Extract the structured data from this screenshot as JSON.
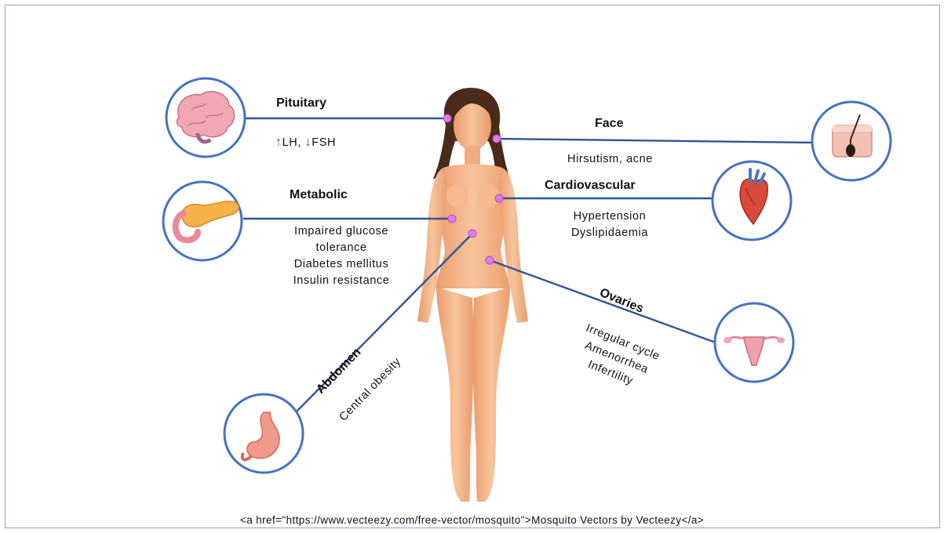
{
  "labels": {
    "pituitary": "Pituitary",
    "face": "Face",
    "metabolic": "Metabolic",
    "cardiovascular": "Cardiovascular",
    "abdomen": "Abdomen",
    "ovaries": "Ovaries"
  },
  "pituitary": {
    "lh": "LH,",
    "fsh": "FSH"
  },
  "face": {
    "line1": "Hirsutism, acne"
  },
  "metabolic": {
    "line1": "Impaired glucose",
    "line2": "tolerance",
    "line3": "Diabetes mellitus",
    "line4": "Insulin resistance"
  },
  "cardiovascular": {
    "line1": "Hypertension",
    "line2": "Dyslipidaemia"
  },
  "abdomen": {
    "line1": "Central obesity"
  },
  "ovaries": {
    "line1": "Irregular cycle",
    "line2": "Amenorrhea",
    "line3": "Infertility"
  },
  "credit": "<a href=\"https://www.vecteezy.com/free-vector/mosquito\">Mosquito Vectors by Vecteezy</a>",
  "icons": [
    "brain-icon",
    "skin-follicle-icon",
    "pancreas-icon",
    "heart-icon",
    "stomach-icon",
    "uterus-icon",
    "female-body-figure"
  ],
  "colors": {
    "line": "#2f5597",
    "circle_border": "#4472c4",
    "marker": "#e07ae8",
    "skin": "#f5b98f"
  }
}
